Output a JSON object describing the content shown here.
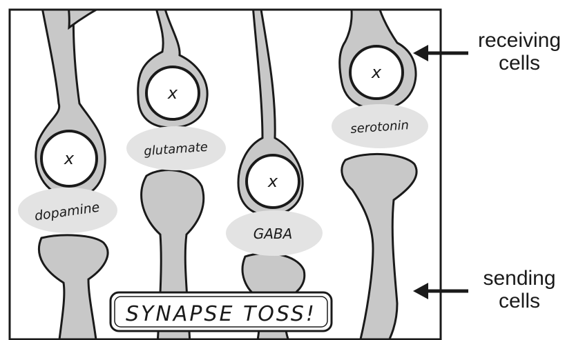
{
  "transmitters": [
    {
      "label": "dopamine"
    },
    {
      "label": "glutamate"
    },
    {
      "label": "GABA"
    },
    {
      "label": "serotonin"
    }
  ],
  "receptor_mark": "x",
  "side_labels": {
    "receiving": {
      "line1": "receiving",
      "line2": "cells"
    },
    "sending": {
      "line1": "sending",
      "line2": "cells"
    }
  },
  "banner": "SYNAPSE TOSS!",
  "colors": {
    "cell_fill": "#c8c8c8",
    "cloud_fill": "#e3e3e3",
    "outline": "#1a1a1a",
    "background": "#ffffff"
  }
}
